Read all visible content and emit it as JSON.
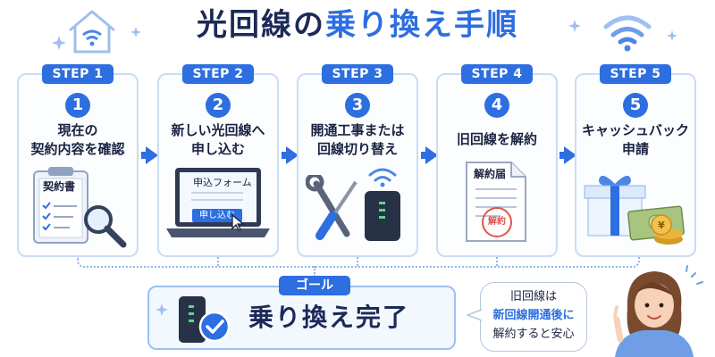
{
  "title": {
    "part1": "光回線の",
    "part2": "乗り換え手順"
  },
  "steps": [
    {
      "tab": "STEP 1",
      "num": "1",
      "lines": [
        "現在の",
        "契約内容を確認"
      ],
      "illustration_label": "契約書"
    },
    {
      "tab": "STEP 2",
      "num": "2",
      "lines": [
        "新しい光回線へ",
        "申し込む"
      ],
      "illustration_label": "申込フォーム",
      "button_label": "申し込む"
    },
    {
      "tab": "STEP 3",
      "num": "3",
      "lines": [
        "開通工事または",
        "回線切り替え"
      ]
    },
    {
      "tab": "STEP 4",
      "num": "4",
      "lines": [
        "旧回線を解約"
      ],
      "illustration_label": "解約届",
      "stamp": "解約"
    },
    {
      "tab": "STEP 5",
      "num": "5",
      "lines": [
        "キャッシュバック",
        "申請"
      ]
    }
  ],
  "goal": {
    "tab": "ゴール",
    "text": "乗り換え完了"
  },
  "bubble": {
    "line1": "旧回線は",
    "line2": "新回線開通後に",
    "line3": "解約すると安心"
  },
  "icons": [
    "house-wifi-icon",
    "wifi-icon",
    "sparkle-icon",
    "clipboard-icon",
    "magnifier-icon",
    "laptop-icon",
    "cursor-icon",
    "wrench-icon",
    "screwdriver-icon",
    "router-icon",
    "document-icon",
    "stamp-icon",
    "gift-box-icon",
    "banknote-icon",
    "coin-icon",
    "check-icon",
    "woman-avatar"
  ],
  "colors": {
    "accent": "#2d6ee0",
    "navy": "#1b2a57",
    "card_border": "#c9dcf6",
    "stamp_red": "#e0554b",
    "gold": "#e9b43c",
    "money_green": "#a9c47f"
  }
}
